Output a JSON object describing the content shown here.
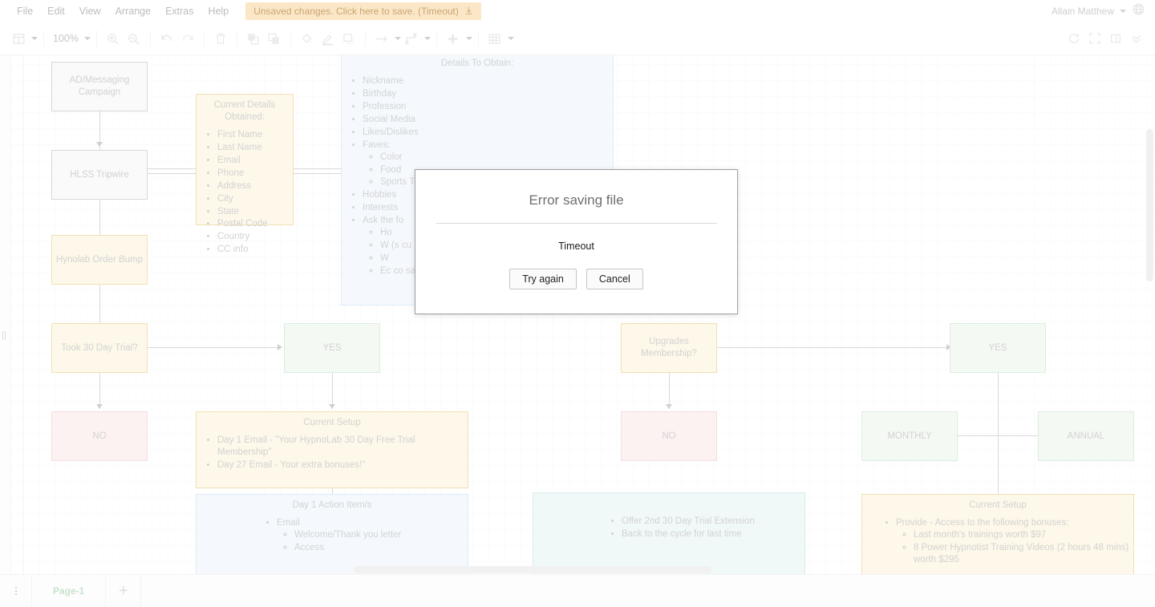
{
  "app": {
    "menu": [
      "File",
      "Edit",
      "View",
      "Arrange",
      "Extras",
      "Help"
    ],
    "save_banner": {
      "text": "Unsaved changes. Click here to save. (Timeout)",
      "icon": "download-icon",
      "bg": "#fbe7c8",
      "fg": "#c9a670"
    },
    "user": {
      "name": "Allain Matthew",
      "icon": "globe-icon"
    }
  },
  "toolbar": {
    "zoom_level": "100%",
    "buttons": [
      "layout-icon",
      "zoom-in-icon",
      "zoom-out-icon",
      "undo-icon",
      "redo-icon",
      "delete-icon",
      "to-front-icon",
      "to-back-icon",
      "fill-color-icon",
      "line-color-icon",
      "shadow-icon",
      "connection-arrow-icon",
      "waypoints-icon",
      "insert-icon",
      "table-icon"
    ],
    "right_buttons": [
      "refresh-icon",
      "fullscreen-icon",
      "format-panel-icon",
      "collapse-icon"
    ]
  },
  "pagebar": {
    "menu_icon": "page-menu-icon",
    "tab_label": "Page-1",
    "add_label": "+"
  },
  "dialog": {
    "title": "Error saving file",
    "message": "Timeout",
    "primary_button": "Try again",
    "secondary_button": "Cancel"
  },
  "diagram": {
    "nodes": {
      "ad_campaign": {
        "label": "AD/Messaging Campaign"
      },
      "hlss_tripwire": {
        "label": "HLSS Tripwire"
      },
      "hynolab_bump": {
        "label": "Hynolab Order Bump"
      },
      "current_details": {
        "title": "Current Details Obtained:",
        "items": [
          "First Name",
          "Last Name",
          "Email",
          "Phone",
          "Address",
          "City",
          "State",
          "Postal Code",
          "Country",
          "CC info"
        ]
      },
      "details_to_obtain": {
        "title": "Details To Obtain:",
        "items": [
          {
            "text": "Nickname"
          },
          {
            "text": "Birthday"
          },
          {
            "text": "Profession"
          },
          {
            "text": "Social Media"
          },
          {
            "text": "Likes/Dislikes"
          },
          {
            "text": "Faves:",
            "children": [
              "Color",
              "Food",
              "Sports Team"
            ]
          },
          {
            "text": "Hobbies"
          },
          {
            "text": "Interests"
          },
          {
            "text": "Ask the fo",
            "children": [
              "Ho",
              "W (s cu",
              "W",
              "Ec co sa"
            ]
          }
        ]
      },
      "took_trial": {
        "label": "Took 30 Day Trial?"
      },
      "trial_yes": {
        "label": "YES"
      },
      "trial_no": {
        "label": "NO"
      },
      "current_setup_left": {
        "title": "Current Setup",
        "items": [
          "Day 1 Email - \"Your HypnoLab 30 Day Free Trial Membership\"",
          "Day 27 Email - Your extra bonuses!\""
        ]
      },
      "upgrades_membership": {
        "label": "Upgrades Membership?"
      },
      "upgrade_no": {
        "label": "NO"
      },
      "upgrade_yes": {
        "label": "YES"
      },
      "monthly": {
        "label": "MONTHLY"
      },
      "annual": {
        "label": "ANNUAL"
      },
      "day1_actions": {
        "title": "Day 1 Action Item/s",
        "items": [
          {
            "text": "Email",
            "children": [
              "Welcome/Thank you letter",
              "Access"
            ]
          }
        ]
      },
      "offer_extension": {
        "items": [
          "Offer 2nd 30 Day Trial Extension",
          "Back to the cycle for last time"
        ]
      },
      "current_setup_right": {
        "title": "Current Setup",
        "items": [
          {
            "text": "Provide - Access to the following bonuses:",
            "children": [
              "Last month's trainings worth $97",
              "8 Power Hypnotist Training Videos (2 hours 48 mins) worth $295"
            ]
          }
        ]
      }
    }
  }
}
